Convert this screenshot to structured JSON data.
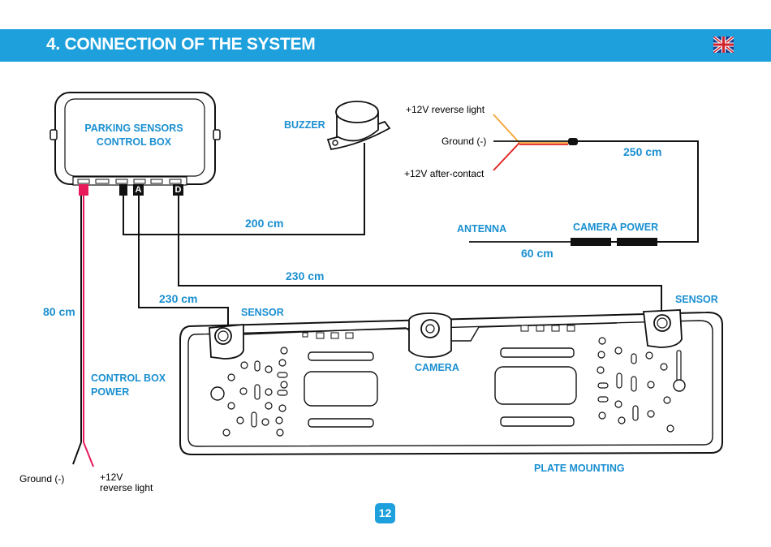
{
  "header": {
    "title": "4. CONNECTION OF THE SYSTEM",
    "flag_icon": "uk-flag-icon",
    "accent_color": "#1ea0dc"
  },
  "labels": {
    "control_box": "PARKING SENSORS\nCONTROL BOX",
    "buzzer": "BUZZER",
    "reverse_light_top": "+12V reverse light",
    "ground_top": "Ground (-)",
    "after_contact": "+12V after-contact",
    "cam_cable_length": "250 cm",
    "antenna": "ANTENNA",
    "camera_power": "CAMERA POWER",
    "antenna_length": "60 cm",
    "buzzer_cable_length": "200 cm",
    "sensor_d_length": "230 cm",
    "sensor_a_length": "230 cm",
    "power_length": "80 cm",
    "sensor_left": "SENSOR",
    "sensor_right": "SENSOR",
    "camera": "CAMERA",
    "control_box_power": "CONTROL BOX\nPOWER",
    "plate_mounting": "PLATE MOUNTING",
    "ground_bottom": "Ground (-)",
    "reverse_light_bottom": "+12V\nreverse light",
    "port_a": "A",
    "port_d": "D"
  },
  "wire_colors": {
    "orange": "#f4a436",
    "red": "#e02020",
    "black": "#111111",
    "pink": "#e8195a"
  },
  "page_number": "12"
}
